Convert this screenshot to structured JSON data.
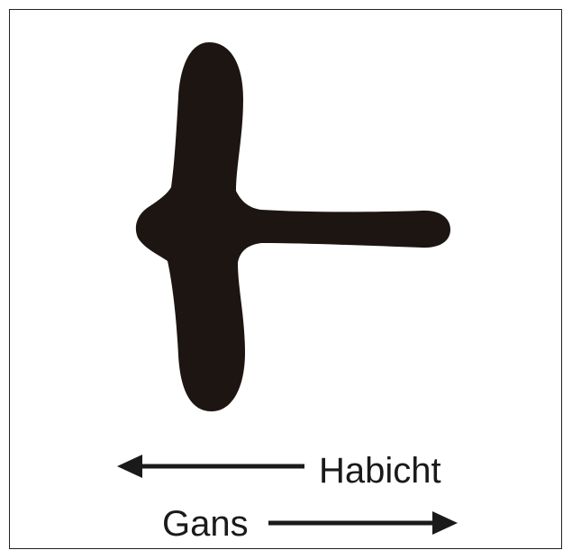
{
  "diagram": {
    "labels": {
      "habicht": "Habicht",
      "gans": "Gans"
    },
    "arrows": {
      "habicht_direction": "left",
      "gans_direction": "right"
    },
    "colors": {
      "silhouette": "#1c1512",
      "arrow": "#1a1a1a",
      "text": "#1a1a1a",
      "border": "#222222",
      "background": "#ffffff"
    }
  }
}
